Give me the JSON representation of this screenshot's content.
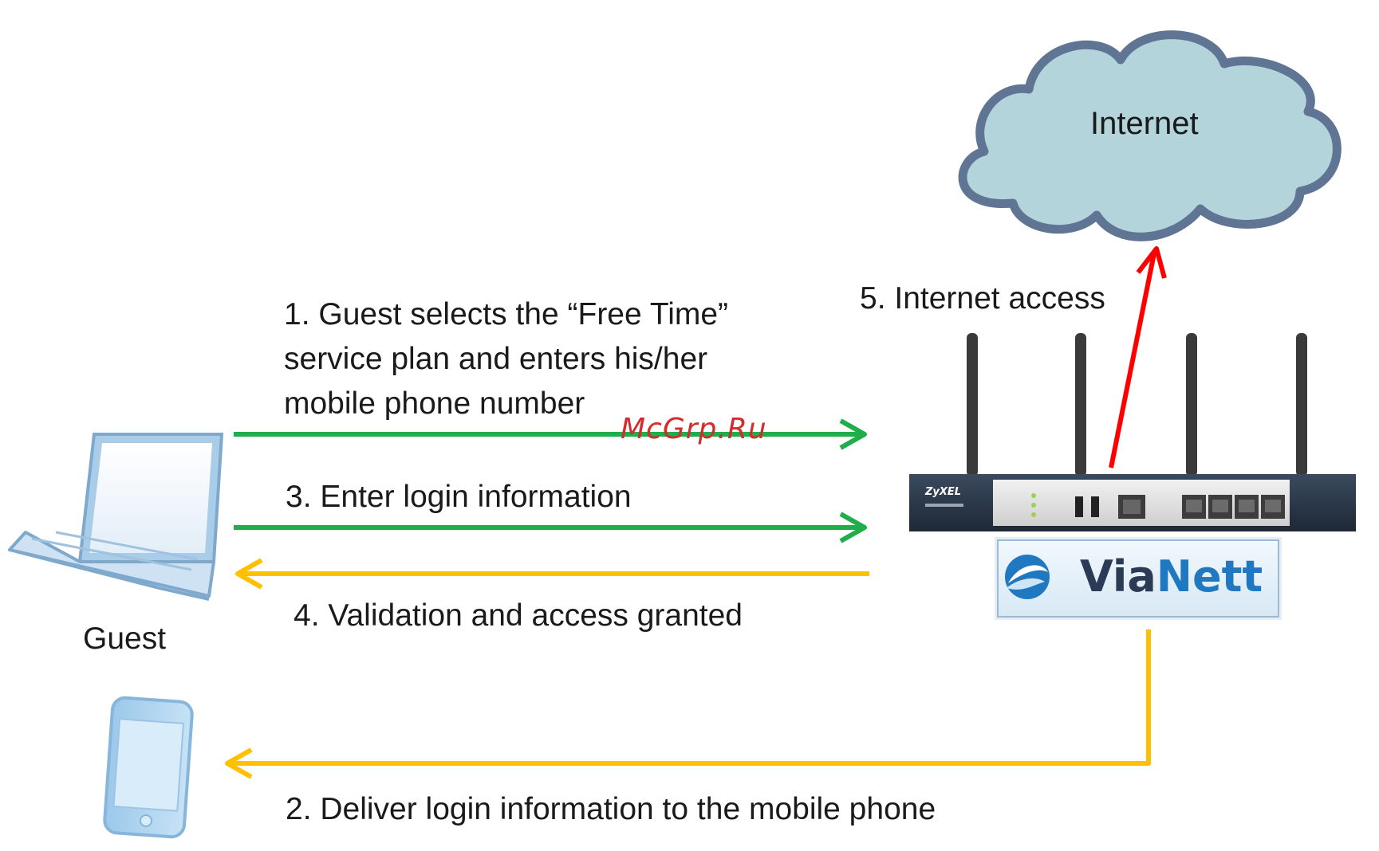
{
  "nodes": {
    "internet": "Internet",
    "guest": "Guest",
    "logo_part1": "Via",
    "logo_part2": "Nett",
    "router_brand": "ZyXEL"
  },
  "steps": {
    "step1_line1": "1. Guest selects the “Free Time”",
    "step1_line2": "service plan and enters his/her",
    "step1_line3": "mobile phone number",
    "step2": "2. Deliver login information to the mobile phone",
    "step3": "3. Enter login information",
    "step4": "4. Validation and access granted",
    "step5": "5. Internet access"
  },
  "watermark": "McGrp.Ru",
  "colors": {
    "forward_arrow": "#1fae4b",
    "return_arrow": "#ffc000",
    "internet_arrow": "#ff0000",
    "cloud_fill": "#b4d4dc",
    "cloud_stroke": "#5f7593"
  },
  "icons": [
    "cloud-icon",
    "router-icon",
    "laptop-icon",
    "mobile-phone-icon",
    "vianett-logo-icon"
  ]
}
